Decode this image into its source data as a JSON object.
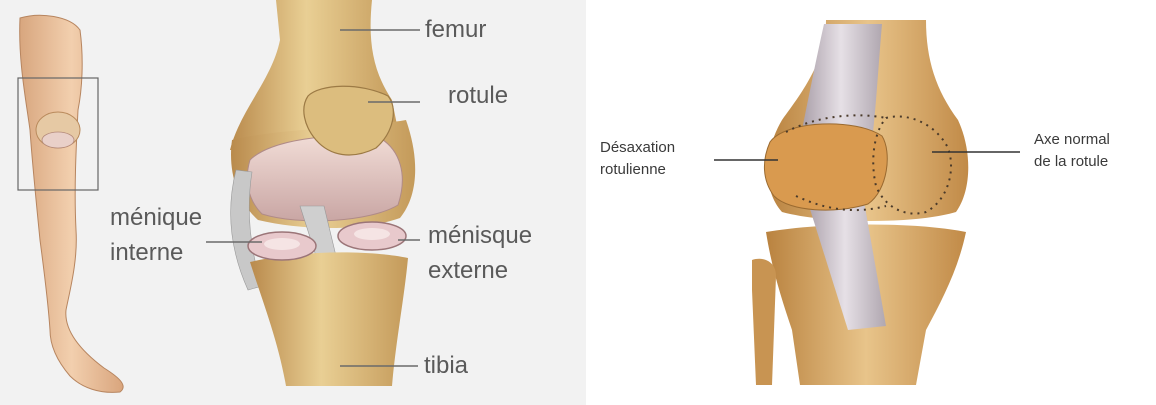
{
  "left_diagram": {
    "labels": {
      "femur": "femur",
      "rotule": "rotule",
      "menique_interne_1": "ménique",
      "menique_interne_2": "interne",
      "menisque_externe_1": "ménisque",
      "menisque_externe_2": "externe",
      "tibia": "tibia"
    }
  },
  "right_diagram": {
    "labels": {
      "desaxation_1": "Désaxation",
      "desaxation_2": "rotulienne",
      "axe_normal_1": "Axe normal",
      "axe_normal_2": "de la rotule"
    }
  }
}
